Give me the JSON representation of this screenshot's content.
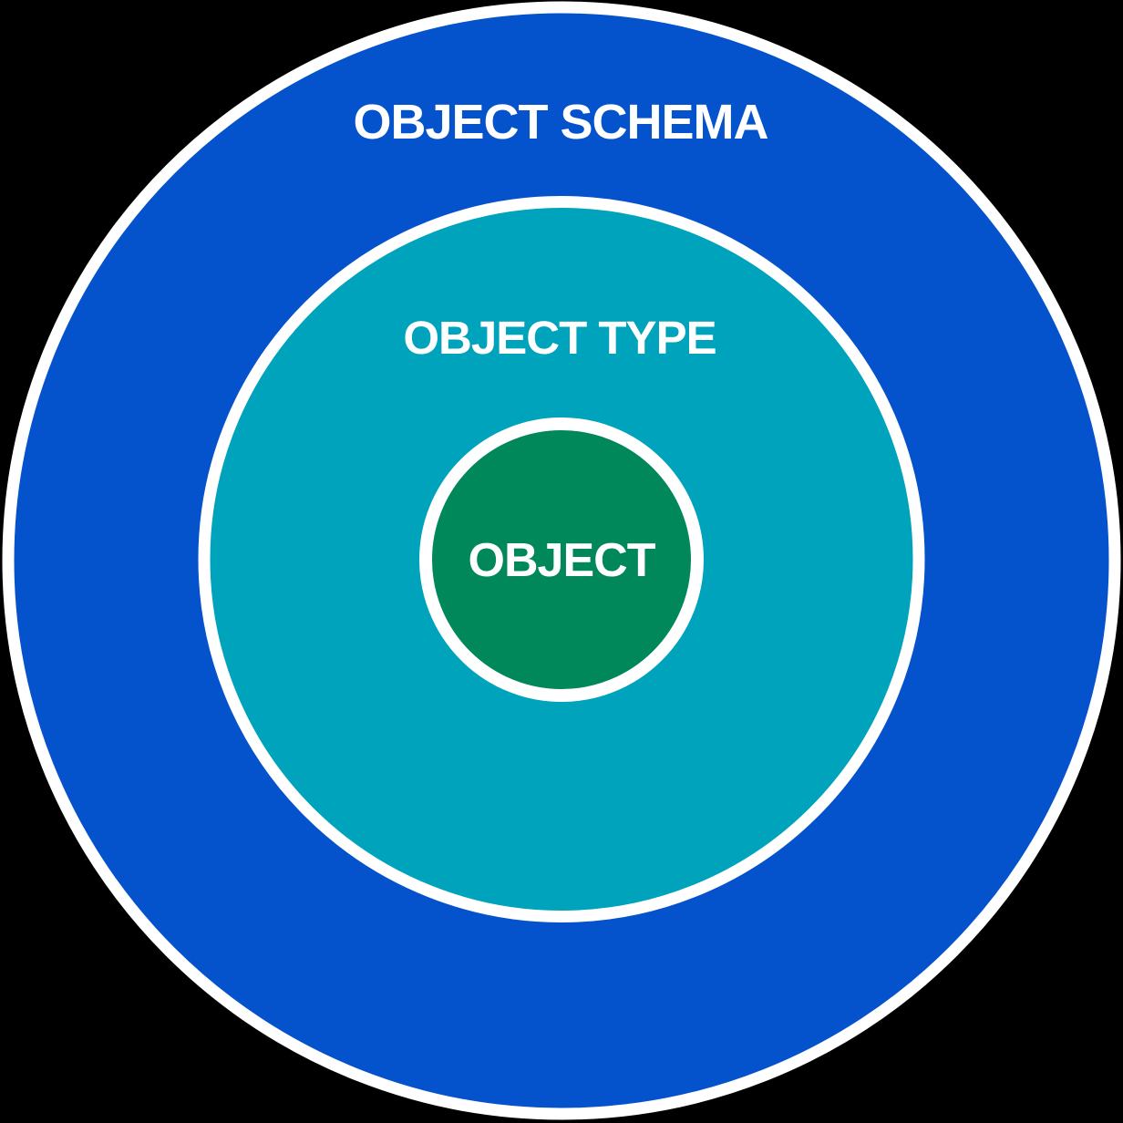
{
  "diagram": {
    "type": "concentric-circles",
    "background_color": "#000000",
    "ring_border_color": "#FFFFFF",
    "label_color": "#FFFFFF",
    "rings": [
      {
        "label": "OBJECT SCHEMA",
        "fill": "#0552CD"
      },
      {
        "label": "OBJECT TYPE",
        "fill": "#00A3BC"
      },
      {
        "label": "OBJECT",
        "fill": "#00875A"
      }
    ]
  }
}
